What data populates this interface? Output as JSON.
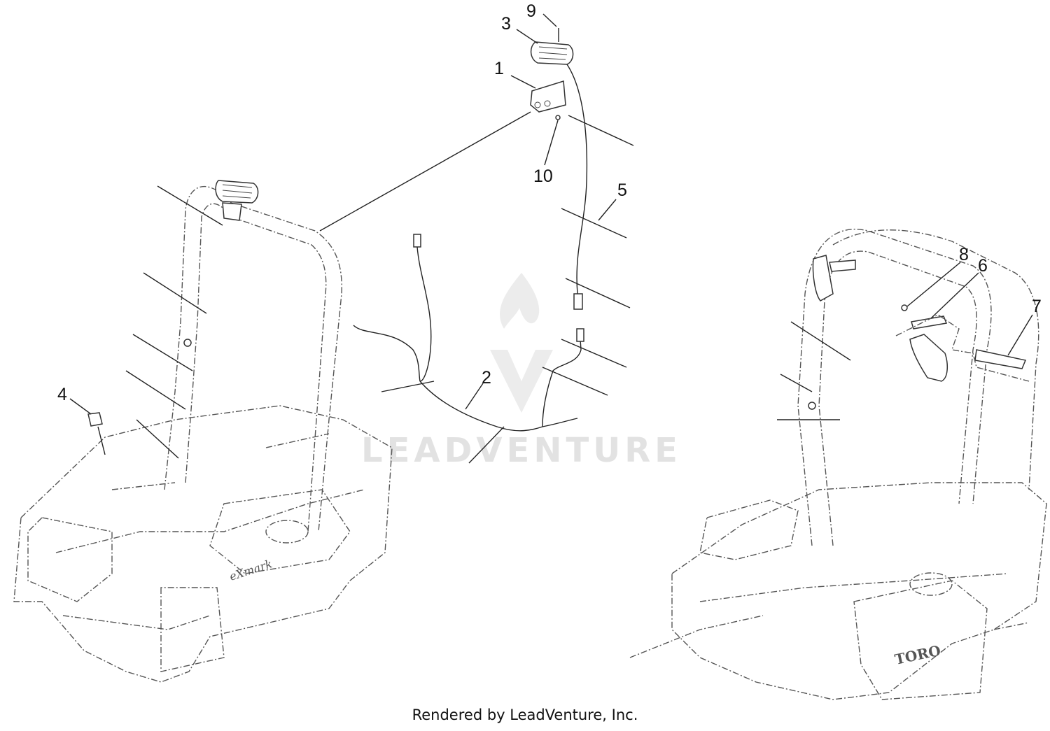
{
  "callouts": [
    {
      "id": "1",
      "label": "1"
    },
    {
      "id": "2",
      "label": "2"
    },
    {
      "id": "3",
      "label": "3"
    },
    {
      "id": "4",
      "label": "4"
    },
    {
      "id": "5",
      "label": "5"
    },
    {
      "id": "6",
      "label": "6"
    },
    {
      "id": "7",
      "label": "7"
    },
    {
      "id": "8",
      "label": "8"
    },
    {
      "id": "9",
      "label": "9"
    },
    {
      "id": "10",
      "label": "10"
    }
  ],
  "watermark": {
    "text": "LEADVENTURE",
    "icon": "flame-v-logo-icon"
  },
  "decals": {
    "left_brand": "eXmark",
    "right_brand": "TORO"
  },
  "footer": {
    "text": "Rendered by LeadVenture, Inc."
  }
}
